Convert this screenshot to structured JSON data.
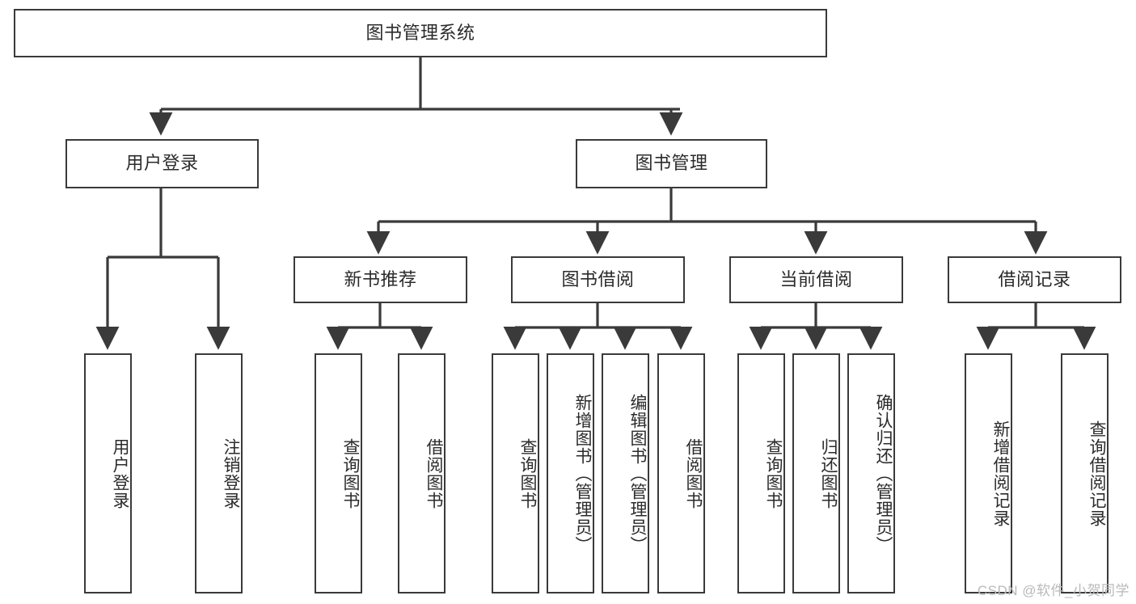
{
  "diagram": {
    "title": "图书管理系统",
    "type": "tree-hierarchy-diagram",
    "colors": {
      "border": "#3a3a3a",
      "text": "#2b2b2b",
      "background": "#ffffff",
      "watermark": "#b9b9b9"
    },
    "root": {
      "id": "root",
      "label": "图书管理系统",
      "orientation": "horizontal"
    },
    "level2": [
      {
        "id": "user-login",
        "label": "用户登录",
        "orientation": "horizontal"
      },
      {
        "id": "book-management",
        "label": "图书管理",
        "orientation": "horizontal"
      }
    ],
    "level3": [
      {
        "id": "new-book-recommend",
        "label": "新书推荐",
        "orientation": "horizontal"
      },
      {
        "id": "book-borrow",
        "label": "图书借阅",
        "orientation": "horizontal"
      },
      {
        "id": "current-borrow",
        "label": "当前借阅",
        "orientation": "horizontal"
      },
      {
        "id": "borrow-record",
        "label": "借阅记录",
        "orientation": "horizontal"
      }
    ],
    "leaves": {
      "user-login": [
        {
          "id": "leaf-user-login",
          "label": "用户登录",
          "orientation": "vertical"
        },
        {
          "id": "leaf-logout-login",
          "label": "注销登录",
          "orientation": "vertical"
        }
      ],
      "new-book-recommend": [
        {
          "id": "leaf-query-book-1",
          "label": "查询图书",
          "orientation": "vertical"
        },
        {
          "id": "leaf-borrow-book-1",
          "label": "借阅图书",
          "orientation": "vertical"
        }
      ],
      "book-borrow": [
        {
          "id": "leaf-query-book-2",
          "label": "查询图书",
          "orientation": "vertical"
        },
        {
          "id": "leaf-add-book",
          "label": "新增图书（管理员）",
          "orientation": "vertical"
        },
        {
          "id": "leaf-edit-book",
          "label": "编辑图书（管理员）",
          "orientation": "vertical"
        },
        {
          "id": "leaf-borrow-book-2",
          "label": "借阅图书",
          "orientation": "vertical"
        }
      ],
      "current-borrow": [
        {
          "id": "leaf-query-book-3",
          "label": "查询图书",
          "orientation": "vertical"
        },
        {
          "id": "leaf-return-book",
          "label": "归还图书",
          "orientation": "vertical"
        },
        {
          "id": "leaf-confirm-return",
          "label": "确认归还（管理员）",
          "orientation": "vertical"
        }
      ],
      "borrow-record": [
        {
          "id": "leaf-add-record",
          "label": "新增借阅记录",
          "orientation": "vertical"
        },
        {
          "id": "leaf-query-record",
          "label": "查询借阅记录",
          "orientation": "vertical"
        }
      ]
    },
    "watermark": "CSDN @软件_小贺同学"
  }
}
